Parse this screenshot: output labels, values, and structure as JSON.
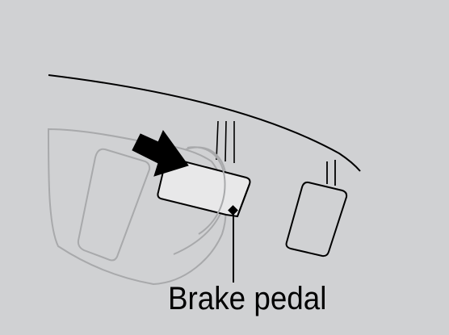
{
  "diagram": {
    "callout_label": "Brake pedal",
    "colors": {
      "background": "#d0d1d3",
      "outline_dark": "#000000",
      "foot_outline": "#a8a9ab",
      "highlight_fill": "#e8e8e9",
      "arrow_fill": "#000000"
    },
    "icons": {
      "arrow": "push-arrow-icon",
      "foot": "driver-foot-outline",
      "pedal": "pedal-shape"
    }
  }
}
